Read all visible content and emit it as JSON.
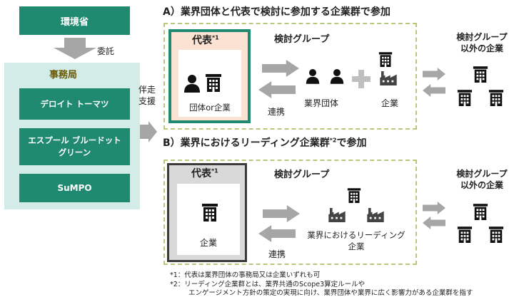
{
  "left": {
    "ministry": "環境省",
    "delegation": "委託",
    "secretariat": "事務局",
    "members": [
      "デロイト トーマツ",
      "エスプール ブルードット\nグリーン",
      "SuMPO"
    ],
    "support": "伴走\n支援"
  },
  "sectionA": {
    "title": "A）業界団体と代表で検討に参加する企業群で参加",
    "rep_label": "代表",
    "rep_mark": "*1",
    "rep_entity": "団体or企業",
    "group_label": "検討グループ",
    "coop": "連携",
    "assoc": "業界団体",
    "company": "企業",
    "outside": "検討グループ\n以外の企業"
  },
  "sectionB": {
    "title": "B）業界におけるリーディング企業群",
    "title_mark": "*2",
    "title_tail": "で参加",
    "rep_label": "代表",
    "rep_mark": "*1",
    "rep_entity": "企業",
    "group_label": "検討グループ",
    "coop": "連携",
    "leading": "業界におけるリーディング\n企業",
    "outside": "検討グループ\n以外の企業"
  },
  "notes": [
    "*1：代表は業界団体の事務局又は企業いずれも可",
    "*2：リーディング企業群とは、業界共通のScope3算定ルールや",
    "エンゲージメント方針の策定の実現に向け、業界団体や業界に広く影響力がある企業群を指す"
  ],
  "colors": {
    "green": "#1f8a70",
    "panel": "#d4ece8",
    "dashed": "#b5c97a",
    "rep_a_fill": "#fbe3d4",
    "rep_b_fill": "#d9d9d9",
    "arrow": "#a6a6a6"
  }
}
